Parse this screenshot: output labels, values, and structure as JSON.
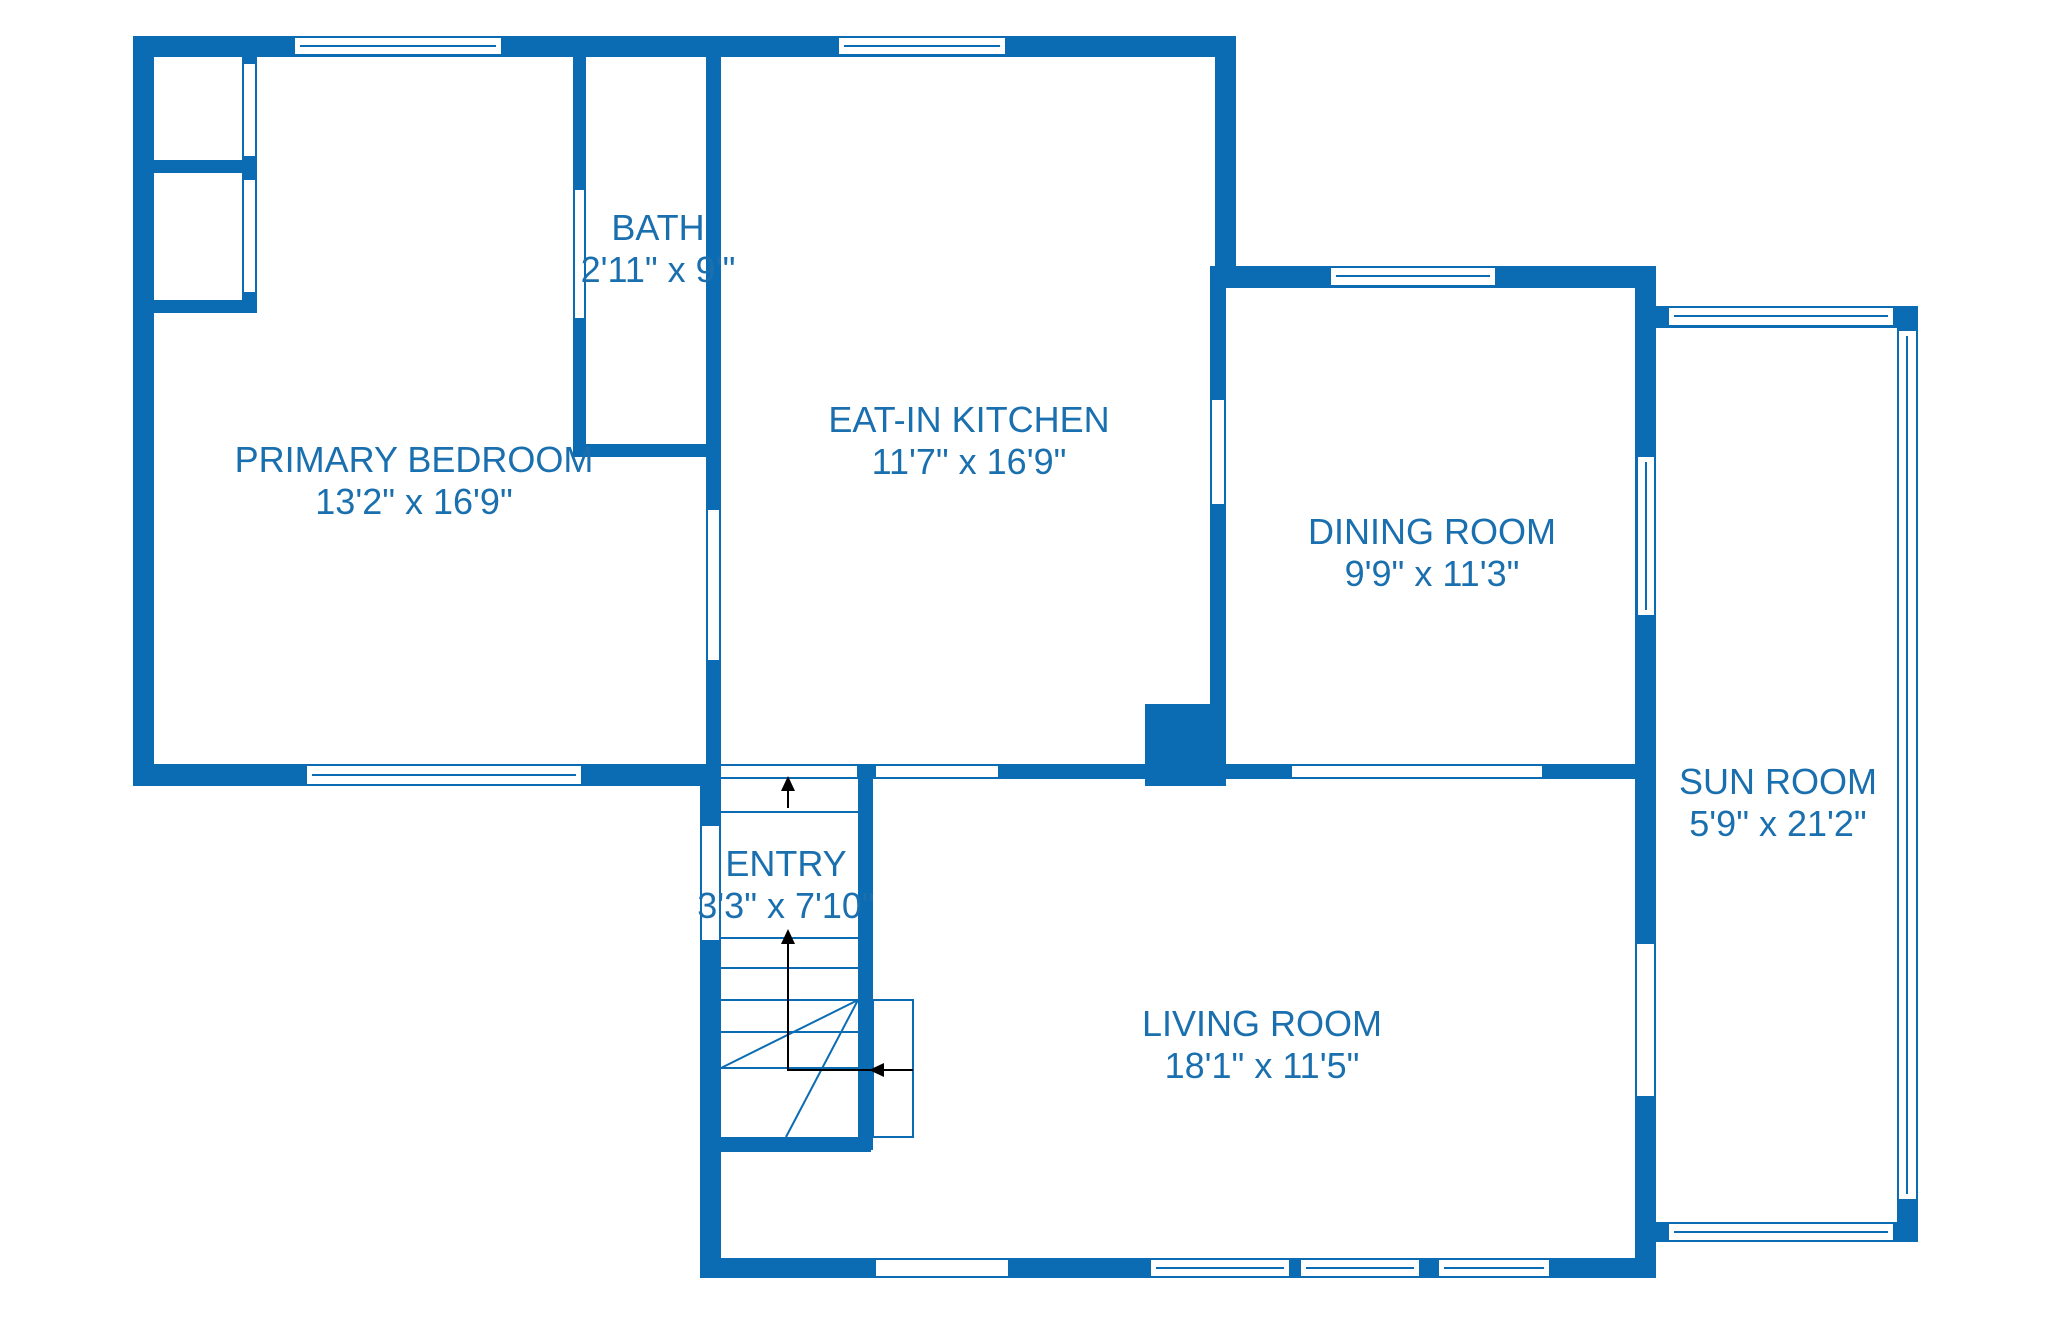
{
  "rooms": {
    "primary_bedroom": {
      "name": "PRIMARY BEDROOM",
      "dims": "13'2\" x 16'9\""
    },
    "bath": {
      "name": "BATH",
      "dims": "2'11\" x 9'\""
    },
    "kitchen": {
      "name": "EAT-IN KITCHEN",
      "dims": "11'7\" x 16'9\""
    },
    "dining": {
      "name": "DINING ROOM",
      "dims": "9'9\" x 11'3\""
    },
    "sun": {
      "name": "SUN ROOM",
      "dims": "5'9\" x 21'2\""
    },
    "entry": {
      "name": "ENTRY",
      "dims": "3'3\" x 7'10\""
    },
    "living": {
      "name": "LIVING ROOM",
      "dims": "18'1\" x 11'5\""
    }
  },
  "colors": {
    "wall": "#0b6cb3",
    "label": "#1a6fae",
    "background": "#ffffff"
  }
}
